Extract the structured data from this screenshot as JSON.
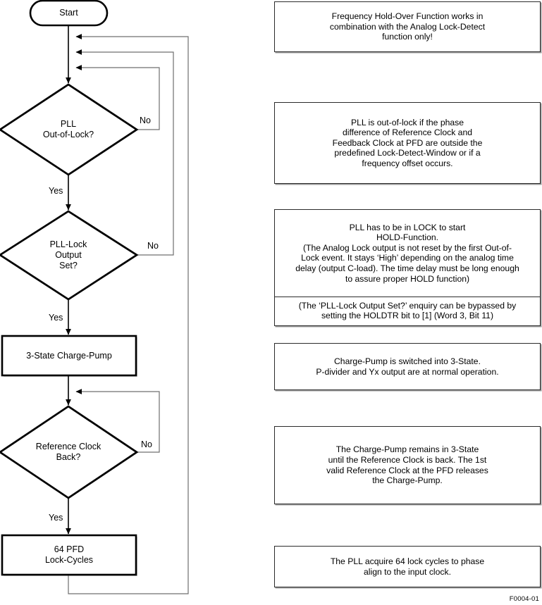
{
  "figure": {
    "id_label": "F0004-01",
    "title": "PLL Frequency Hold-Over Function flowchart"
  },
  "flowchart": {
    "nodes": [
      {
        "key": "start",
        "shape": "terminator",
        "label": "Start"
      },
      {
        "key": "out_of_lock",
        "shape": "decision",
        "label": "PLL\nOut-of-Lock?"
      },
      {
        "key": "lock_output",
        "shape": "decision",
        "label": "PLL-Lock\nOutput\nSet?"
      },
      {
        "key": "three_state",
        "shape": "process",
        "label": "3-State Charge-Pump"
      },
      {
        "key": "ref_back",
        "shape": "decision",
        "label": "Reference Clock\nBack?"
      },
      {
        "key": "lock_cycles",
        "shape": "process",
        "label": "64 PFD\nLock-Cycles"
      }
    ],
    "edge_labels": {
      "out_of_lock_no": "No",
      "out_of_lock_yes": "Yes",
      "lock_output_no": "No",
      "lock_output_yes": "Yes",
      "ref_back_no": "No",
      "ref_back_yes": "Yes"
    }
  },
  "comments": [
    {
      "key": "comment-hold-over",
      "text": "Frequency Hold-Over Function works in\ncombination with the Analog Lock-Detect\nfunction only!"
    },
    {
      "key": "comment-out-of-lock",
      "text": "PLL is out-of-lock if the phase\ndifference of Reference Clock and\nFeedback Clock at PFD are outside the\npredefined Lock-Detect-Window or if a\nfrequency offset occurs."
    },
    {
      "key": "comment-lock-required",
      "text": "PLL has to be in LOCK to start\nHOLD-Function.\n(The Analog Lock output is not reset by the first Out-of-\nLock event. It stays ‘High’ depending on the analog time\ndelay (output C-load). The time delay must be long enough\nto assure proper HOLD function)",
      "footnote": "(The ‘PLL-Lock Output Set?’ enquiry can be bypassed by\nsetting the HOLDTR bit to [1] (Word 3, Bit 11)"
    },
    {
      "key": "comment-three-state",
      "text": "Charge-Pump is switched into 3-State.\nP-divider and Yx output are at normal operation."
    },
    {
      "key": "comment-remains-3state",
      "text": "The Charge-Pump remains in 3-State\nuntil the Reference Clock is back. The 1st\nvalid Reference Clock at the PFD releases\nthe Charge-Pump."
    },
    {
      "key": "comment-lock-cycles",
      "text": "The PLL acquire 64 lock cycles to phase\nalign to the input clock."
    }
  ],
  "colors": {
    "stroke": "#000000",
    "connector": "#6f6f6f",
    "box_border": "#2b2b2b",
    "shadow": "#9a9a9a",
    "background": "#ffffff"
  }
}
